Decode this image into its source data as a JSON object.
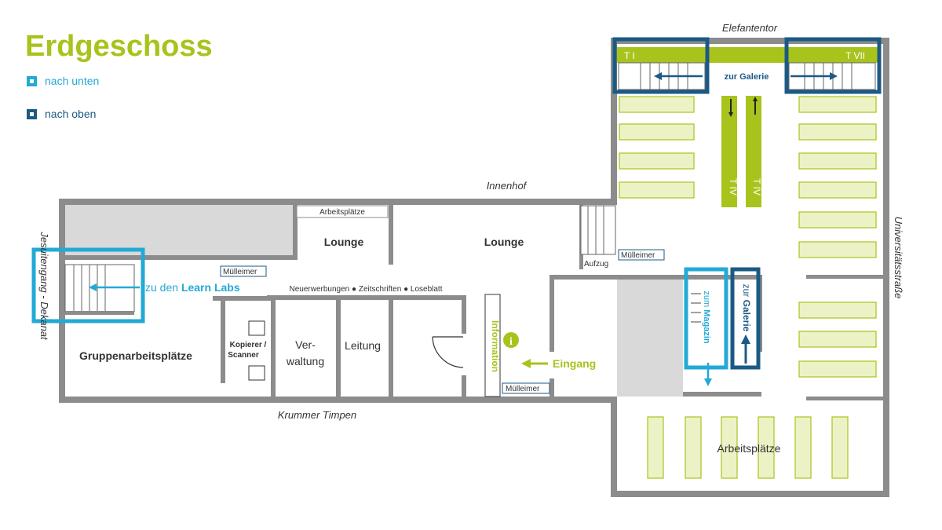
{
  "legend": {
    "title": "Erdgeschoss",
    "down_label": "nach unten",
    "up_label": "nach oben"
  },
  "colors": {
    "green": "#a8c31c",
    "light_blue": "#23a9d6",
    "dark_blue": "#1b5a85",
    "wall": "#8c8c8c",
    "shelf": "#edf2c6"
  },
  "streets": {
    "north": "Elefantentor",
    "courtyard": "Innenhof",
    "south": "Krummer Timpen",
    "east": "Universitätsstraße",
    "west": "Jesuitengang - Dekanat"
  },
  "rooms": {
    "arbeitsplaetze_small": "Arbeitsplätze",
    "lounge_left": "Lounge",
    "lounge_right": "Lounge",
    "muelleimer_1": "Mülleimer",
    "muelleimer_2": "Mülleimer",
    "muelleimer_3": "Mülleimer",
    "aufzug": "Aufzug",
    "shelf_sign": "Neuerwerbungen ● Zeitschriften ● Loseblatt",
    "gruppen": "Gruppenarbeitsplätze",
    "kopierer_1": "Kopierer /",
    "kopierer_2": "Scanner",
    "verwaltung_1": "Ver-",
    "verwaltung_2": "waltung",
    "leitung": "Leitung",
    "information": "Information",
    "eingang": "Eingang",
    "arbeitsplaetze_big": "Arbeitsplätze",
    "learn_labs_prefix": "zu den ",
    "learn_labs_bold": "Learn Labs"
  },
  "tower": {
    "t1": "T I",
    "t7": "T VII",
    "galerie_top": "zur Galerie",
    "t4_a": "T IV",
    "t4_b": "T IV",
    "magazin_prefix": "zum ",
    "magazin_bold": "Magazin",
    "galerie_prefix": "zur ",
    "galerie_bold": "Galerie"
  }
}
